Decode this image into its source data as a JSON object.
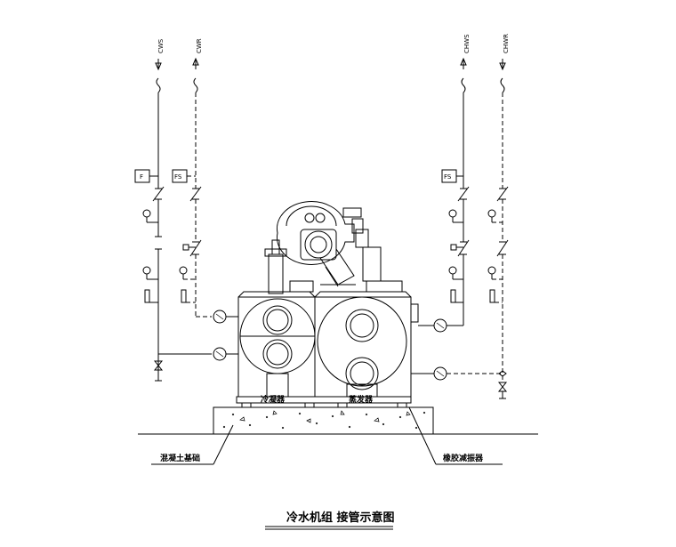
{
  "diagram": {
    "title": "冷水机组  接管示意图",
    "pipes": {
      "cws": "CWS",
      "cwr": "CWR",
      "chws": "CHWS",
      "chwr": "CHWR"
    },
    "instruments": {
      "flow_switch_a": "F",
      "flow_switch_b": "FS",
      "flow_switch_c": "FS"
    },
    "components": {
      "condenser": "冷凝器",
      "evaporator": "蒸发器"
    },
    "callouts": {
      "foundation": "混凝土基础",
      "damper": "橡胶减振器"
    }
  }
}
